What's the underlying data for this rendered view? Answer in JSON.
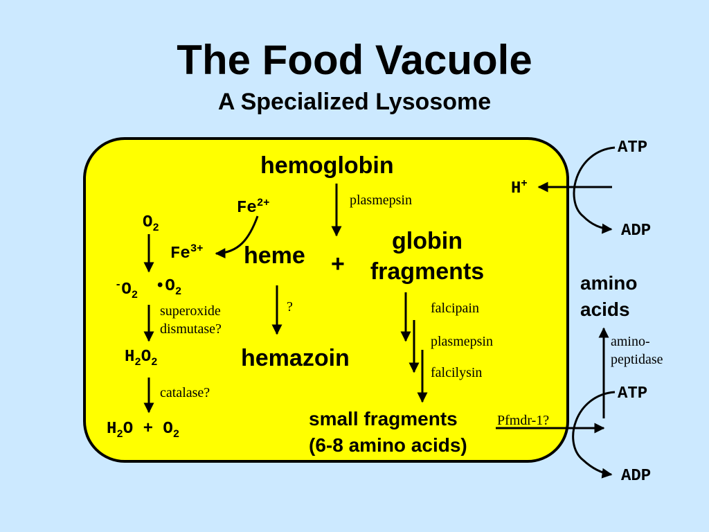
{
  "title": "The Food Vacuole",
  "subtitle": "A Specialized Lysosome",
  "vacuole": {
    "hemoglobin": "hemoglobin",
    "plasmepsin_1": "plasmepsin",
    "heme": "heme",
    "plus": "+",
    "globin_line1": "globin",
    "globin_line2": "fragments",
    "fe2_base": "Fe",
    "fe2_sup": "2+",
    "fe3_base": "Fe",
    "fe3_sup": "3+",
    "o2_base": "O",
    "o2_sub": "2",
    "superoxide_sup": "-",
    "superoxide_base": "O",
    "superoxide_sub": "2",
    "radical_dot": "•",
    "radical_base": "O",
    "radical_sub": "2",
    "superoxide_dismutase_line1": "superoxide",
    "superoxide_dismutase_line2": "dismutase?",
    "h2o2_h": "H",
    "h2o2_sub1": "2",
    "h2o2_o": "O",
    "h2o2_sub2": "2",
    "catalase": "catalase?",
    "h2o_h": "H",
    "h2o_sub": "2",
    "h2o_o": "O",
    "h2o_plus": "+",
    "o2b_base": "O",
    "o2b_sub": "2",
    "question": "?",
    "hemazoin": "hemazoin",
    "falcipain": "falcipain",
    "plasmepsin_2": "plasmepsin",
    "falcilysin": "falcilysin",
    "small_line1": "small fragments",
    "small_line2": "(6-8 amino acids)"
  },
  "outside": {
    "atp_top": "ATP",
    "h_base": "H",
    "h_sup": "+",
    "adp_top": "ADP",
    "amino_line1": "amino",
    "amino_line2": "acids",
    "aminopeptidase_line1": "amino-",
    "aminopeptidase_line2": "peptidase",
    "atp_bottom": "ATP",
    "pfmdr": "Pfmdr-1?",
    "adp_bottom": "ADP"
  },
  "colors": {
    "background": "#cce9ff",
    "vacuole_fill": "#ffff00",
    "stroke": "#000000"
  }
}
